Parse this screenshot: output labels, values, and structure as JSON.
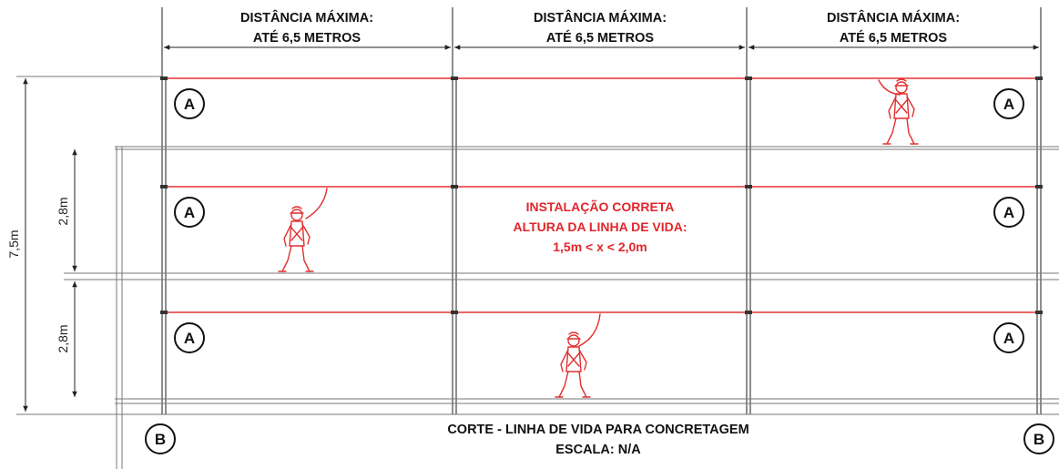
{
  "top_dimensions": [
    {
      "line1": "DISTÂNCIA MÁXIMA:",
      "line2": "ATÉ 6,5 METROS"
    },
    {
      "line1": "DISTÂNCIA MÁXIMA:",
      "line2": "ATÉ 6,5 METROS"
    },
    {
      "line1": "DISTÂNCIA MÁXIMA:",
      "line2": "ATÉ 6,5 METROS"
    }
  ],
  "left_dimensions": {
    "total": "7,5m",
    "upper": "2,8m",
    "lower": "2,8m"
  },
  "anchor_label": "A",
  "axis_label": "B",
  "note": {
    "line1": "INSTALAÇÃO CORRETA",
    "line2": "ALTURA DA LINHA DE VIDA:",
    "line3": "1,5m < x < 2,0m"
  },
  "footer": {
    "title": "CORTE - LINHA DE VIDA PARA CONCRETAGEM",
    "scale": "ESCALA: N/A"
  },
  "colors": {
    "lifeline": "#e53333",
    "note_text": "#e0262b",
    "line_work": "#444444"
  }
}
